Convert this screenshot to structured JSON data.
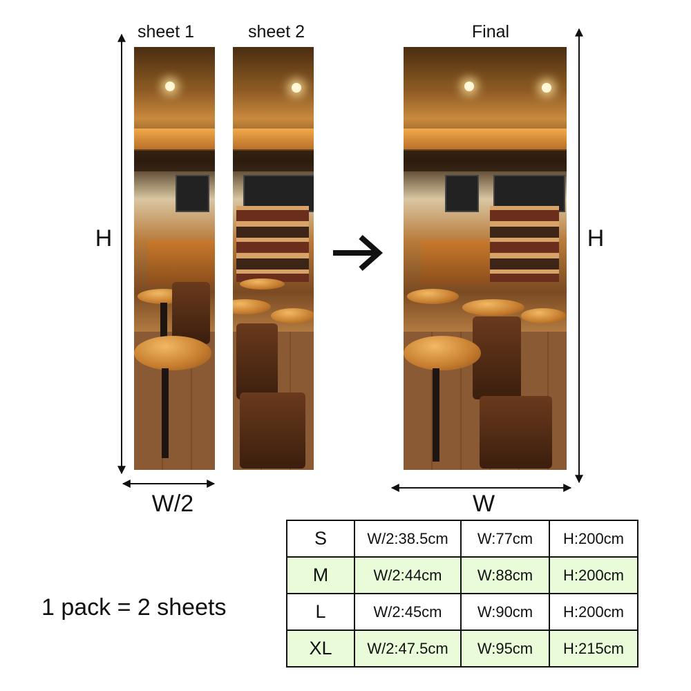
{
  "labels": {
    "sheet1": "sheet 1",
    "sheet2": "sheet 2",
    "final": "Final",
    "h_left": "H",
    "h_right": "H",
    "half_width": "W/2",
    "width": "W",
    "pack": "1 pack = 2 sheets"
  },
  "icons": [
    "arrow-right-icon",
    "dimension-arrow-icon"
  ],
  "colors": {
    "row_highlight": "#e9fbd9",
    "border": "#111111"
  },
  "size_table": {
    "rows": [
      {
        "size": "S",
        "half_width": "W/2:38.5cm",
        "width": "W:77cm",
        "height": "H:200cm",
        "highlight": false
      },
      {
        "size": "M",
        "half_width": "W/2:44cm",
        "width": "W:88cm",
        "height": "H:200cm",
        "highlight": true
      },
      {
        "size": "L",
        "half_width": "W/2:45cm",
        "width": "W:90cm",
        "height": "H:200cm",
        "highlight": false
      },
      {
        "size": "XL",
        "half_width": "W/2:47.5cm",
        "width": "W:95cm",
        "height": "H:215cm",
        "highlight": true
      }
    ]
  }
}
